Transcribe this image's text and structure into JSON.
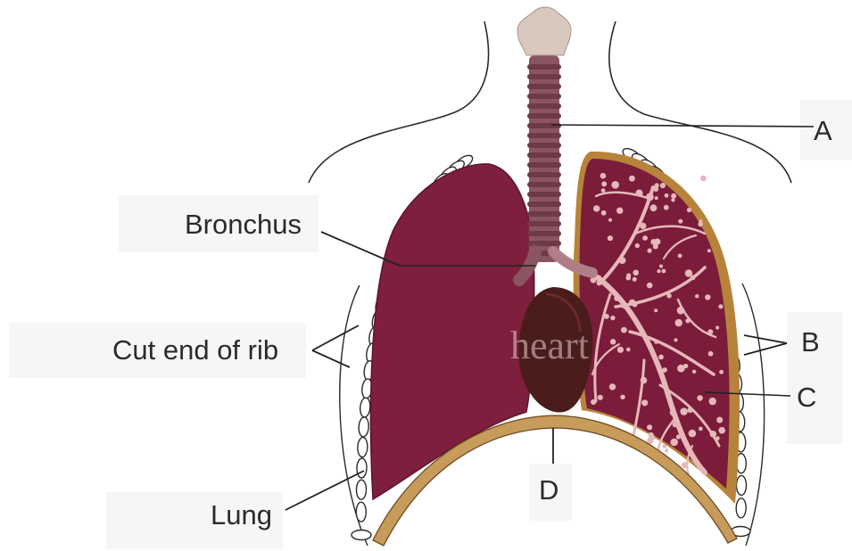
{
  "labels": {
    "a": "A",
    "bronchus": "Bronchus",
    "cut_end_of_rib": "Cut end of rib",
    "b": "B",
    "c": "C",
    "lung": "Lung",
    "d": "D"
  },
  "watermark": "heart",
  "colors": {
    "lung": "#7d1f3d",
    "lung_right": "#7a1c3a",
    "trachea": "#8a5560",
    "larynx": "#d9c8be",
    "diaphragm": "#c79b5a",
    "heart": "#4a1c1c",
    "bronchiole": "#e6b7b9",
    "pleura": "#b7833a",
    "rib_outline": "#2a2a2a"
  }
}
